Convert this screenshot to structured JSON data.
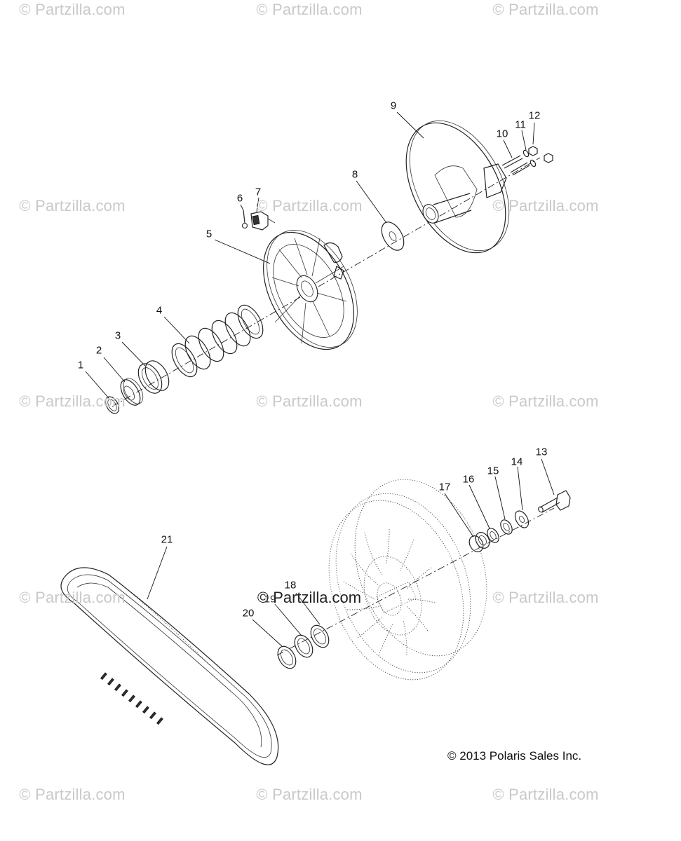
{
  "watermark": {
    "text": "© Partzilla.com",
    "center_text": "© Partzilla.com",
    "color": "#c9c9c9"
  },
  "copyright": "© 2013 Polaris Sales Inc.",
  "callouts": [
    "1",
    "2",
    "3",
    "4",
    "5",
    "6",
    "7",
    "8",
    "9",
    "10",
    "11",
    "12",
    "13",
    "14",
    "15",
    "16",
    "17",
    "18",
    "19",
    "20",
    "21"
  ],
  "parts": [
    {
      "number": "1",
      "icon": "snap-ring-icon"
    },
    {
      "number": "2",
      "icon": "spring-seat-washer-icon"
    },
    {
      "number": "3",
      "icon": "spring-retainer-icon"
    },
    {
      "number": "4",
      "icon": "compression-spring-icon"
    },
    {
      "number": "5",
      "icon": "moveable-sheave-icon"
    },
    {
      "number": "6",
      "icon": "screw-icon"
    },
    {
      "number": "7",
      "icon": "roller-button-icon"
    },
    {
      "number": "8",
      "icon": "washer-icon"
    },
    {
      "number": "9",
      "icon": "stationary-sheave-icon"
    },
    {
      "number": "10",
      "icon": "pin-icon"
    },
    {
      "number": "11",
      "icon": "washer-icon"
    },
    {
      "number": "12",
      "icon": "nut-icon"
    },
    {
      "number": "13",
      "icon": "bolt-icon"
    },
    {
      "number": "14",
      "icon": "washer-icon"
    },
    {
      "number": "15",
      "icon": "washer-icon"
    },
    {
      "number": "16",
      "icon": "washer-icon"
    },
    {
      "number": "17",
      "icon": "bushing-spacer-icon"
    },
    {
      "number": "18",
      "icon": "ring-icon"
    },
    {
      "number": "19",
      "icon": "ring-icon"
    },
    {
      "number": "20",
      "icon": "ring-icon"
    },
    {
      "number": "21",
      "icon": "drive-belt-icon"
    }
  ]
}
